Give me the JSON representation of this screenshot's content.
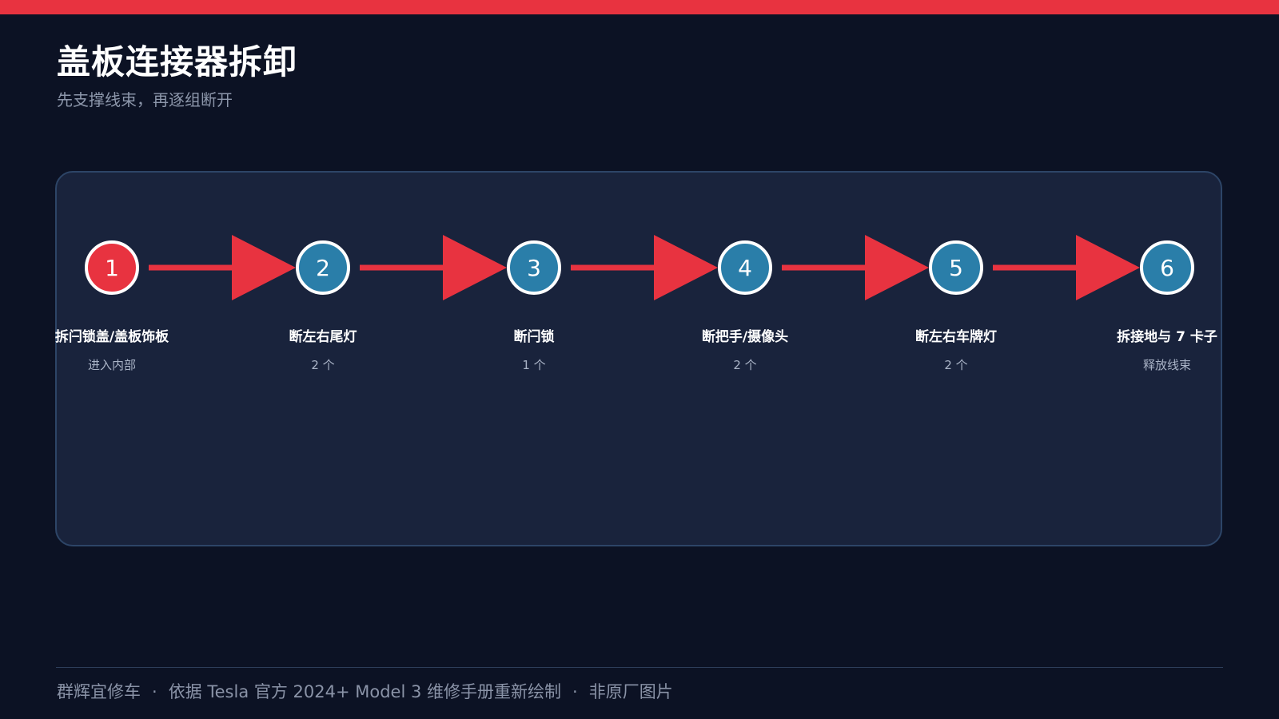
{
  "header": {
    "title": "盖板连接器拆卸",
    "subtitle": "先支撑线束，再逐组断开"
  },
  "colors": {
    "background": "#0c1224",
    "accent": "#e83340",
    "panel": "#19233c",
    "panel_border": "#2d4567",
    "step_circle": "#2a7ea9",
    "active_circle": "#e83340"
  },
  "steps": [
    {
      "number": "1",
      "label": "拆闩锁盖/盖板饰板",
      "detail": "进入内部",
      "active": true
    },
    {
      "number": "2",
      "label": "断左右尾灯",
      "detail": "2 个",
      "active": false
    },
    {
      "number": "3",
      "label": "断闩锁",
      "detail": "1 个",
      "active": false
    },
    {
      "number": "4",
      "label": "断把手/摄像头",
      "detail": "2 个",
      "active": false
    },
    {
      "number": "5",
      "label": "断左右车牌灯",
      "detail": "2 个",
      "active": false
    },
    {
      "number": "6",
      "label": "拆接地与 7 卡子",
      "detail": "释放线束",
      "active": false
    }
  ],
  "footer": {
    "brand": "群辉宜修车",
    "separator": "·",
    "source": "依据 Tesla 官方 2024+ Model 3 维修手册重新绘制",
    "note": "非原厂图片"
  }
}
